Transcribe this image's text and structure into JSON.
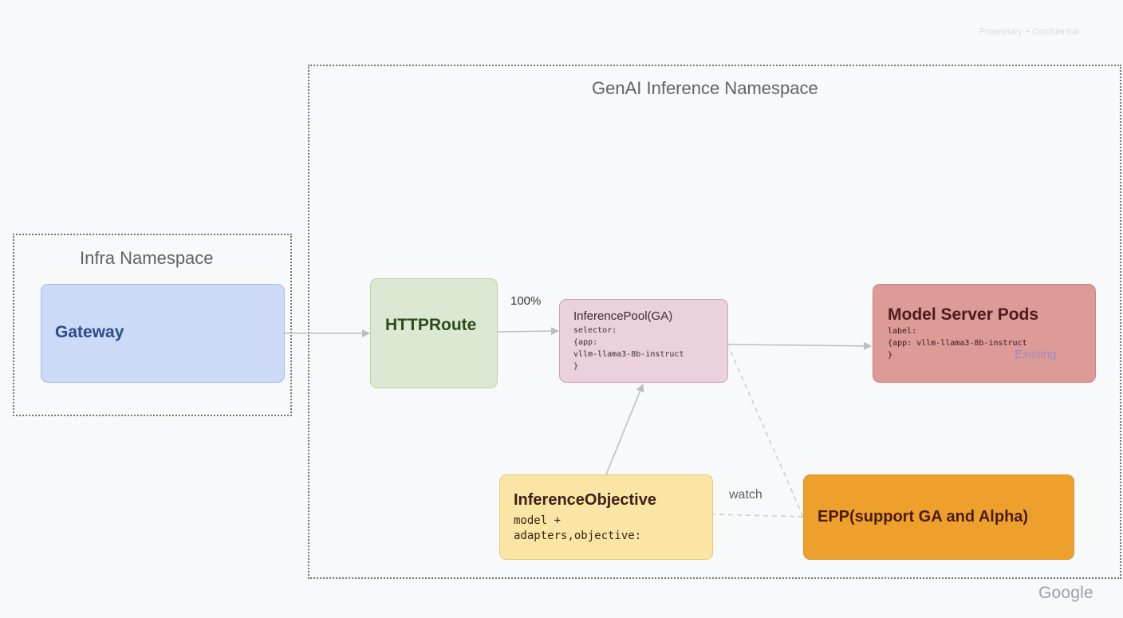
{
  "header": {
    "confidential": "Proprietary + Confidential"
  },
  "footer": {
    "logo": "Google"
  },
  "namespaces": {
    "genai": {
      "title": "GenAI Inference Namespace"
    },
    "infra": {
      "title": "Infra Namespace"
    }
  },
  "nodes": {
    "gateway": {
      "label": "Gateway",
      "color": "#cbdaf7"
    },
    "httproute": {
      "label": "HTTPRoute",
      "color": "#dde8d3"
    },
    "inference_pool": {
      "title": "InferencePool(GA)",
      "lines": [
        "selector:",
        "{app:",
        "vllm-llama3-8b-instruct",
        "}"
      ],
      "color": "#ead1dc"
    },
    "model_server_pods": {
      "title": "Model Server Pods",
      "lines": [
        "label:",
        "{app: vllm-llama3-8b-instruct",
        "}"
      ],
      "tag": "Existing",
      "color": "#dd9b98"
    },
    "inference_objective": {
      "title": "InferenceObjective",
      "lines": [
        "model +",
        "adapters,objective:"
      ],
      "color": "#fae5a4"
    },
    "epp": {
      "label": "EPP(support GA and Alpha)",
      "color": "#eea02c"
    }
  },
  "edges": {
    "route_weight": "100%",
    "watch_label": "watch"
  },
  "colors": {
    "arrow": "#bdbdbd",
    "dashed": "#cccccc",
    "namespace_border": "#6f7478"
  }
}
